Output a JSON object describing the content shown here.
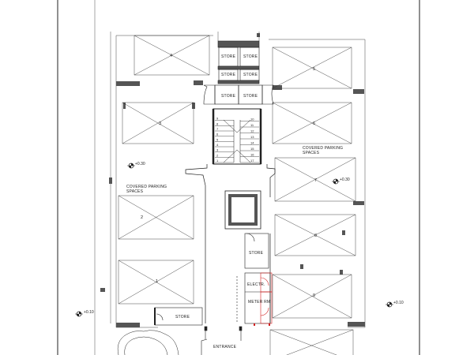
{
  "labels": {
    "store": "STORE",
    "covered_parking": [
      "COVERED PARKING",
      "SPACES"
    ],
    "electr": "ELECTR.",
    "meter_rm": "METER RM",
    "entrance": "ENTRANCE"
  },
  "parking_left": [
    "4",
    "3",
    "2",
    "1"
  ],
  "parking_right": [
    "5",
    "6",
    "7",
    "8",
    "9"
  ],
  "stair_steps_left": [
    "9",
    "8",
    "7",
    "6",
    "5",
    "4",
    "3",
    "2",
    "1"
  ],
  "stair_steps_right": [
    "10",
    "11",
    "12",
    "13",
    "14",
    "15",
    "16",
    "17"
  ],
  "levels": {
    "left_upper": "+0.30",
    "right_upper": "+0.30",
    "left_lower": "+0.10",
    "right_lower": "+0.10"
  },
  "colors": {
    "line": "#222222",
    "wall": "#555555",
    "door": "#d22020"
  }
}
